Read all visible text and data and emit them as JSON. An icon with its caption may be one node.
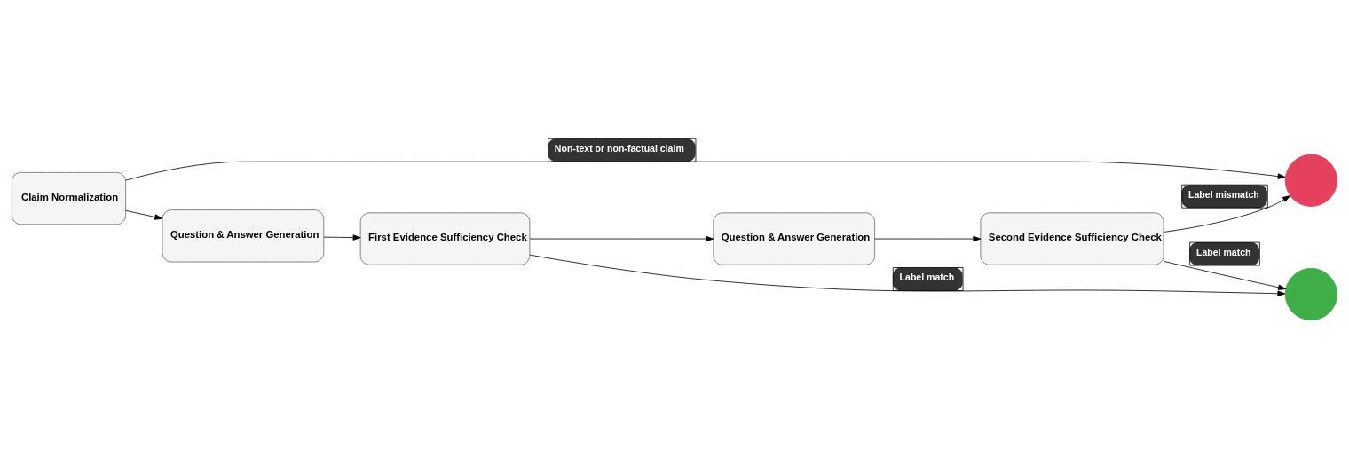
{
  "diagram": {
    "nodes": [
      {
        "text": [
          "Claim Normalization"
        ]
      },
      {
        "text": [
          "Question & Answer Generation"
        ]
      },
      {
        "text": [
          "First Evidence Sufficiency Check"
        ]
      },
      {
        "text": [
          "Question & Answer Generation"
        ]
      },
      {
        "text": [
          "Second Evidence Sufficiency Check"
        ]
      },
      {
        "text": [],
        "shape": "circle"
      },
      {
        "text": [],
        "shape": "circle"
      }
    ],
    "edges": [
      {
        "from": 0,
        "to": 5,
        "arrow": "to",
        "label": "Non-text or non-factual claim"
      },
      {
        "from": 0,
        "to": 1,
        "arrow": "to"
      },
      {
        "from": 1,
        "to": 2,
        "arrow": "to"
      },
      {
        "from": 2,
        "to": 3,
        "arrow": "to"
      },
      {
        "from": 3,
        "to": 4,
        "arrow": "to"
      },
      {
        "from": 4,
        "to": 5,
        "arrow": "to",
        "label": "Label mismatch"
      },
      {
        "from": 2,
        "to": 6,
        "arrow": "to",
        "label": "Label match"
      },
      {
        "from": 4,
        "to": 6,
        "arrow": "to",
        "label": "Label match"
      }
    ]
  }
}
